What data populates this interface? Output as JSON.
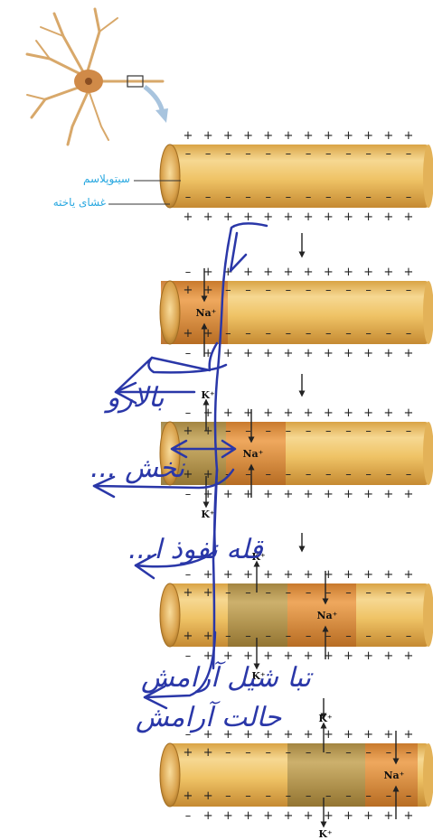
{
  "labels": {
    "cytoplasm": "سیتوپلاسم",
    "membrane": "غشای یاخته"
  },
  "ions": {
    "na": "Na⁺",
    "k": "K⁺"
  },
  "handwriting": {
    "note_1": "بالارو",
    "note_2": "نخش ...",
    "note_3": "قله نفوذ ا...",
    "note_4": "تبا شیل آرامش",
    "note_5": "حالت آرامش"
  },
  "colors": {
    "axon_base": "#efc366",
    "axon_light": "#f7dc98",
    "axon_dark": "#c58a32",
    "depolarized_zone": "#e0953d",
    "repolarized_zone": "#b99a52",
    "ink": "#2a37a8",
    "label_blue": "#29a8e0"
  },
  "stages": [
    {
      "id": "resting"
    },
    {
      "id": "depolarization"
    },
    {
      "id": "repolarization"
    },
    {
      "id": "propagation-1"
    },
    {
      "id": "propagation-2"
    }
  ]
}
